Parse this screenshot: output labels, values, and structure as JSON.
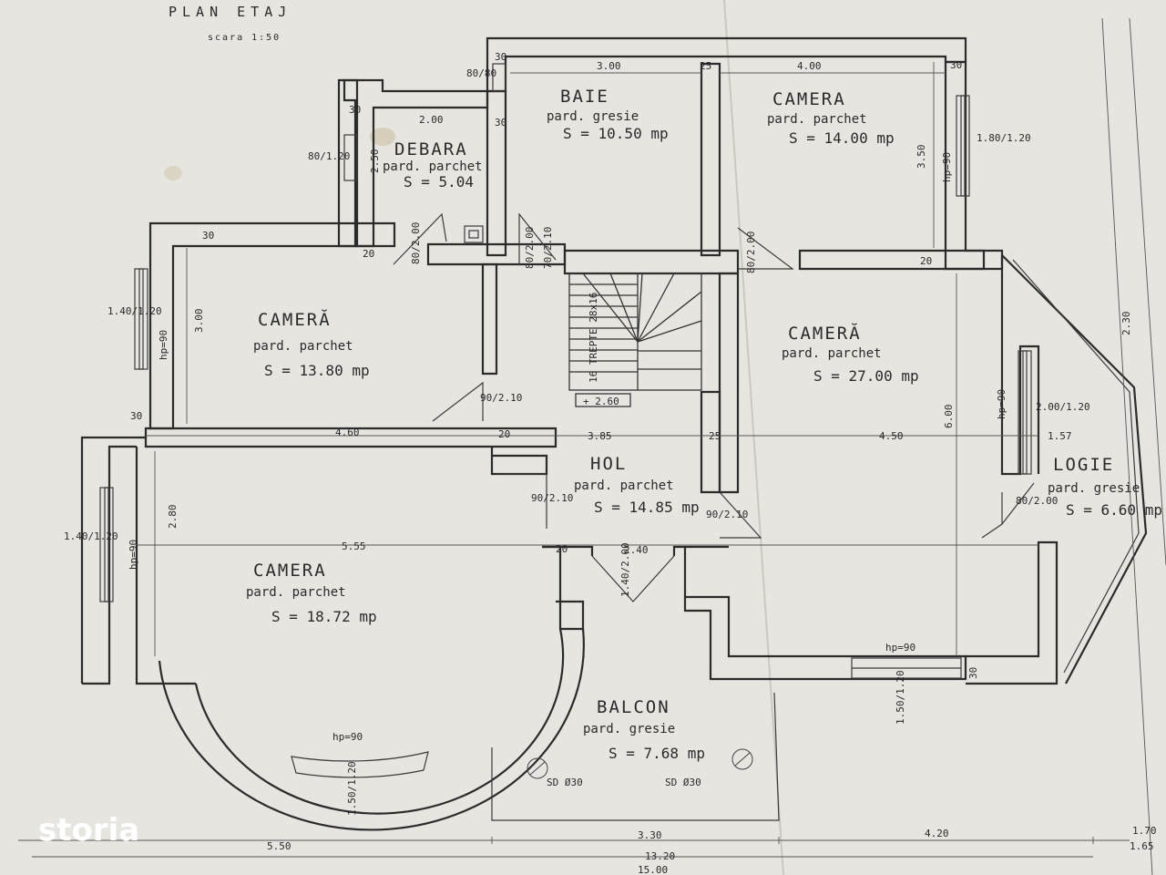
{
  "header": {
    "title": "PLAN ETAJ",
    "scale": "scara 1:50"
  },
  "brand": {
    "logo_text": "storia"
  },
  "rooms": [
    {
      "name": "BAIE",
      "floor": "pard. gresie",
      "area": "S = 10.50 mp"
    },
    {
      "name": "CAMERA",
      "floor": "pard. parchet",
      "area": "S = 14.00 mp"
    },
    {
      "name": "DEBARA",
      "floor": "pard. parchet",
      "area": "S = 5.04"
    },
    {
      "name": "CAMERĂ",
      "floor": "pard. parchet",
      "area": "S = 13.80 mp"
    },
    {
      "name": "CAMERĂ",
      "floor": "pard. parchet",
      "area": "S = 27.00 mp"
    },
    {
      "name": "HOL",
      "floor": "pard. parchet",
      "area": "S = 14.85 mp"
    },
    {
      "name": "LOGIE",
      "floor": "pard. gresie",
      "area": "S = 6.60 mp"
    },
    {
      "name": "CAMERA",
      "floor": "pard. parchet",
      "area": "S = 18.72 mp"
    },
    {
      "name": "BALCON",
      "floor": "pard. gresie",
      "area": "S = 7.68 mp"
    }
  ],
  "stair_label": "16 TREPTE 28x16",
  "stair_level": "+ 2.60",
  "dimensions": {
    "d_3_00": "3.00",
    "d_4_00": "4.00",
    "d_2_00": "2.00",
    "d_4_60": "4.60",
    "d_3_85": "3.85",
    "d_4_50": "4.50",
    "d_5_55": "5.55",
    "d_2_40": "2.40",
    "d_5_50": "5.50",
    "d_3_30": "3.30",
    "d_4_20": "4.20",
    "d_13_20": "13.20",
    "d_15_00": "15.00",
    "d_6_00": "6.00",
    "d_1_57": "1.57",
    "d_2_80": "2.80",
    "d_2_50": "2.50",
    "d_3_50": "3.50",
    "d_2_30": "2.30",
    "d_1_70": "1.70",
    "d_1_65": "1.65",
    "w_80_80": "80/80",
    "w_80_120": "80/1.20",
    "w_140_120_a": "1.40/1.20",
    "w_140_120_b": "1.40/1.20",
    "w_180_120": "1.80/1.20",
    "w_200_120": "2.00/1.20",
    "w_150_120_a": "1.50/1.20",
    "w_150_120_b": "1.50/1.20",
    "door_90_210_a": "90/2.10",
    "door_90_210_b": "90/2.10",
    "door_90_210_c": "90/2.10",
    "door_80_200_a": "80/2.00",
    "door_80_200_b": "80/2.00",
    "door_80_200_c": "80/2.00",
    "door_70_210": "70/2.10",
    "door_80_200_logie": "80/2.00",
    "door_140_200": "1.40/2.00",
    "hp_90_a": "hp=90",
    "hp_90_b": "hp=90",
    "hp_90_c": "hp=90",
    "hp_90_d": "hp=90",
    "hp_90_e": "hp=90",
    "hp_90_f": "hp=90",
    "col_a": "SD Ø30",
    "col_b": "SD Ø30",
    "t30_a": "30",
    "t30_b": "30",
    "t30_c": "30",
    "t30_d": "30",
    "t30_e": "30",
    "t30_f": "30",
    "t30_g": "30",
    "t20_a": "20",
    "t20_b": "20",
    "t20_c": "20",
    "t20_d": "20",
    "t25_a": "25",
    "t25_b": "25"
  }
}
